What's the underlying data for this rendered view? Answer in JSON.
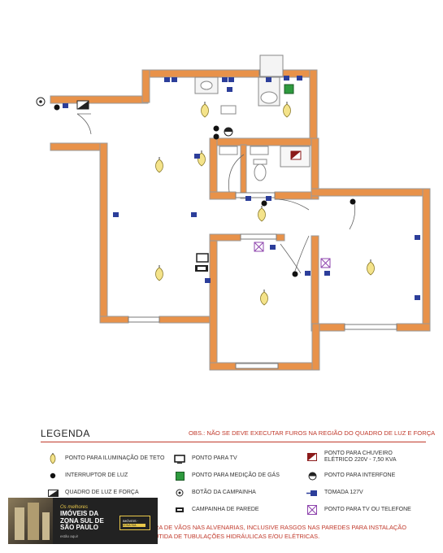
{
  "legend": {
    "title": "LEGENDA",
    "obs": "OBS.: NÃO SE DEVE EXECUTAR FUROS NA REGIÃO DO QUADRO DE LUZ E FORÇA",
    "items": [
      {
        "icon": "ceiling-light-icon",
        "label": "PONTO PARA ILUMINAÇÃO DE TETO"
      },
      {
        "icon": "light-switch-icon",
        "label": "INTERRUPTOR DE LUZ"
      },
      {
        "icon": "electrical-panel-icon",
        "label": "QUADRO DE LUZ E FORÇA"
      },
      {
        "icon": "tv-icon",
        "label": "PONTO PARA TV"
      },
      {
        "icon": "gas-meter-icon",
        "label": "PONTO PARA MEDIÇÃO DE GÁS"
      },
      {
        "icon": "doorbell-button-icon",
        "label": "BOTÃO DA CAMPAINHA"
      },
      {
        "icon": "wall-bell-icon",
        "label": "CAMPAINHA DE PAREDE"
      },
      {
        "icon": "shower-point-icon",
        "label": "PONTO PARA CHUVEIRO ELÉTRICO 220V - 7,50 KVA"
      },
      {
        "icon": "intercom-icon",
        "label": "PONTO PARA INTERFONE"
      },
      {
        "icon": "outlet-127v-icon",
        "label": "TOMADA 127V"
      },
      {
        "icon": "tv-phone-point-icon",
        "label": "PONTO PARA TV OU TELEFONE"
      }
    ],
    "footer_lines": [
      "RA DE VÃOS NAS ALVENARIAS, INCLUSIVE RASGOS NAS PAREDES PARA INSTALAÇÃO",
      "UTIDA DE TUBULAÇÕES HIDRÁULICAS E/OU ELÉTRICAS."
    ]
  },
  "ad": {
    "small": "Os melhores",
    "big_lines": [
      "IMÓVEIS DA",
      "ZONA SUL DE",
      "SÃO PAULO"
    ],
    "sub": "estão aqui!",
    "logo_top": "IMÓVEIS · IMÓVEIS",
    "logo_bottom": "ZONA SUL"
  },
  "colors": {
    "wall": "#e8924a",
    "wall_outline": "#9a9a9a",
    "accent": "#c0392b",
    "outlet": "#2c3e9a",
    "gas": "#2e9a3e",
    "tv_phone": "#8e44ad"
  }
}
